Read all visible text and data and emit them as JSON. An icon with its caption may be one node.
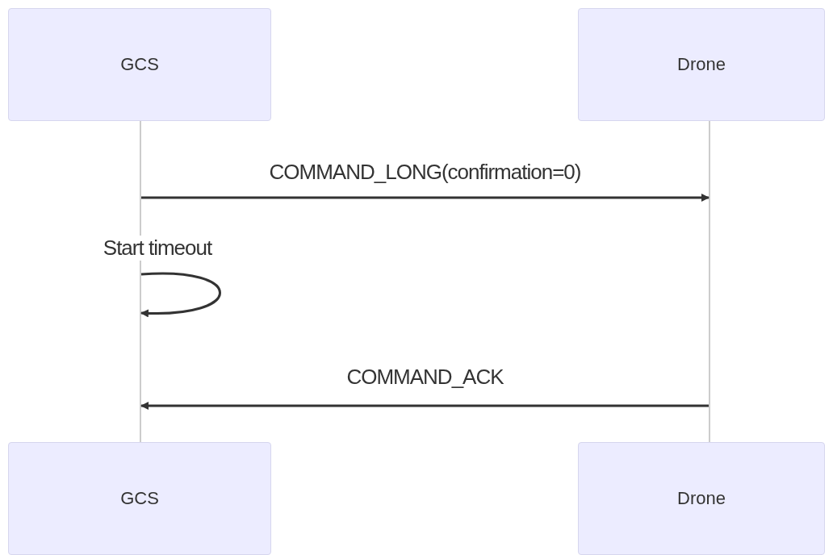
{
  "diagram": {
    "nodes": [
      {
        "text": [
          "GCS"
        ]
      },
      {
        "text": [
          "Drone"
        ]
      },
      {
        "text": [
          "GCS"
        ]
      },
      {
        "text": [
          "Drone"
        ]
      },
      {
        "text": [],
        "shape": "bar"
      },
      {
        "text": [],
        "shape": "bar"
      }
    ],
    "edges": [
      {
        "from": 4,
        "to": 5,
        "arrow": "to",
        "label": "COMMAND_LONG(confirmation=0)"
      },
      {
        "from": 4,
        "to": 4,
        "arrow": "to",
        "label": "Start timeout"
      },
      {
        "from": 5,
        "to": 4,
        "arrow": "to",
        "label": "COMMAND_ACK"
      }
    ]
  }
}
